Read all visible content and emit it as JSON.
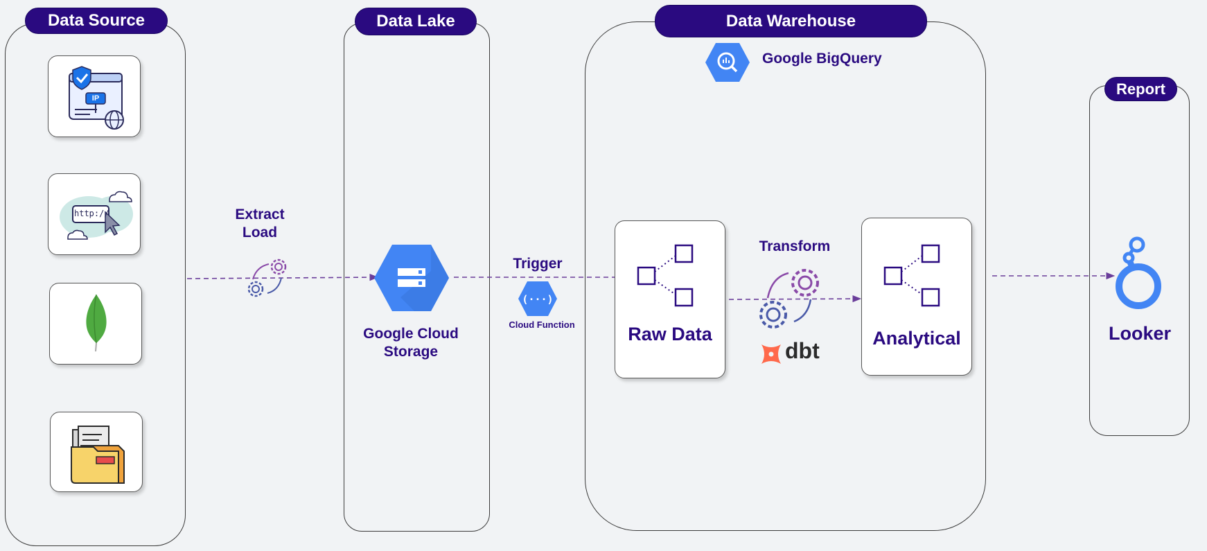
{
  "sections": {
    "data_source": "Data Source",
    "data_lake": "Data Lake",
    "data_warehouse": "Data Warehouse",
    "report": "Report"
  },
  "labels": {
    "extract": "Extract",
    "load": "Load",
    "gcs_line1": "Google Cloud",
    "gcs_line2": "Storage",
    "trigger": "Trigger",
    "cloud_function": "Cloud Function",
    "bigquery": "Google BigQuery",
    "raw_data": "Raw Data",
    "transform": "Transform",
    "dbt": "dbt",
    "analytical": "Analytical",
    "looker": "Looker",
    "ip_badge": "IP",
    "http_text": "http://"
  },
  "colors": {
    "primary": "#2a0a80",
    "google_blue": "#4285f4",
    "dbt_orange": "#ff694b",
    "mongo_green": "#4faa41",
    "arrow_purple": "#6a3d9a"
  }
}
